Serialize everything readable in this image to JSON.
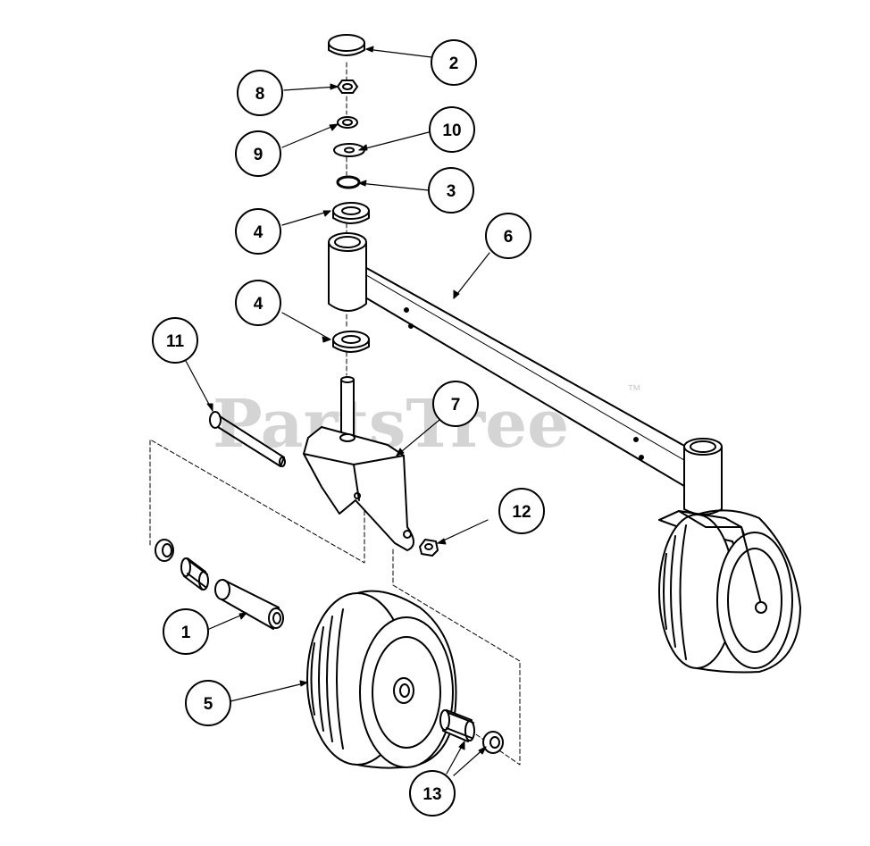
{
  "watermark": {
    "text": "PartsTree",
    "trademark": "™",
    "color": "#d4d4d4"
  },
  "callouts": [
    {
      "id": "c2",
      "label": "2"
    },
    {
      "id": "c8",
      "label": "8"
    },
    {
      "id": "c10",
      "label": "10"
    },
    {
      "id": "c9",
      "label": "9"
    },
    {
      "id": "c3",
      "label": "3"
    },
    {
      "id": "c4a",
      "label": "4"
    },
    {
      "id": "c6",
      "label": "6"
    },
    {
      "id": "c4b",
      "label": "4"
    },
    {
      "id": "c11",
      "label": "11"
    },
    {
      "id": "c7",
      "label": "7"
    },
    {
      "id": "c12",
      "label": "12"
    },
    {
      "id": "c1",
      "label": "1"
    },
    {
      "id": "c5",
      "label": "5"
    },
    {
      "id": "c13",
      "label": "13"
    }
  ]
}
